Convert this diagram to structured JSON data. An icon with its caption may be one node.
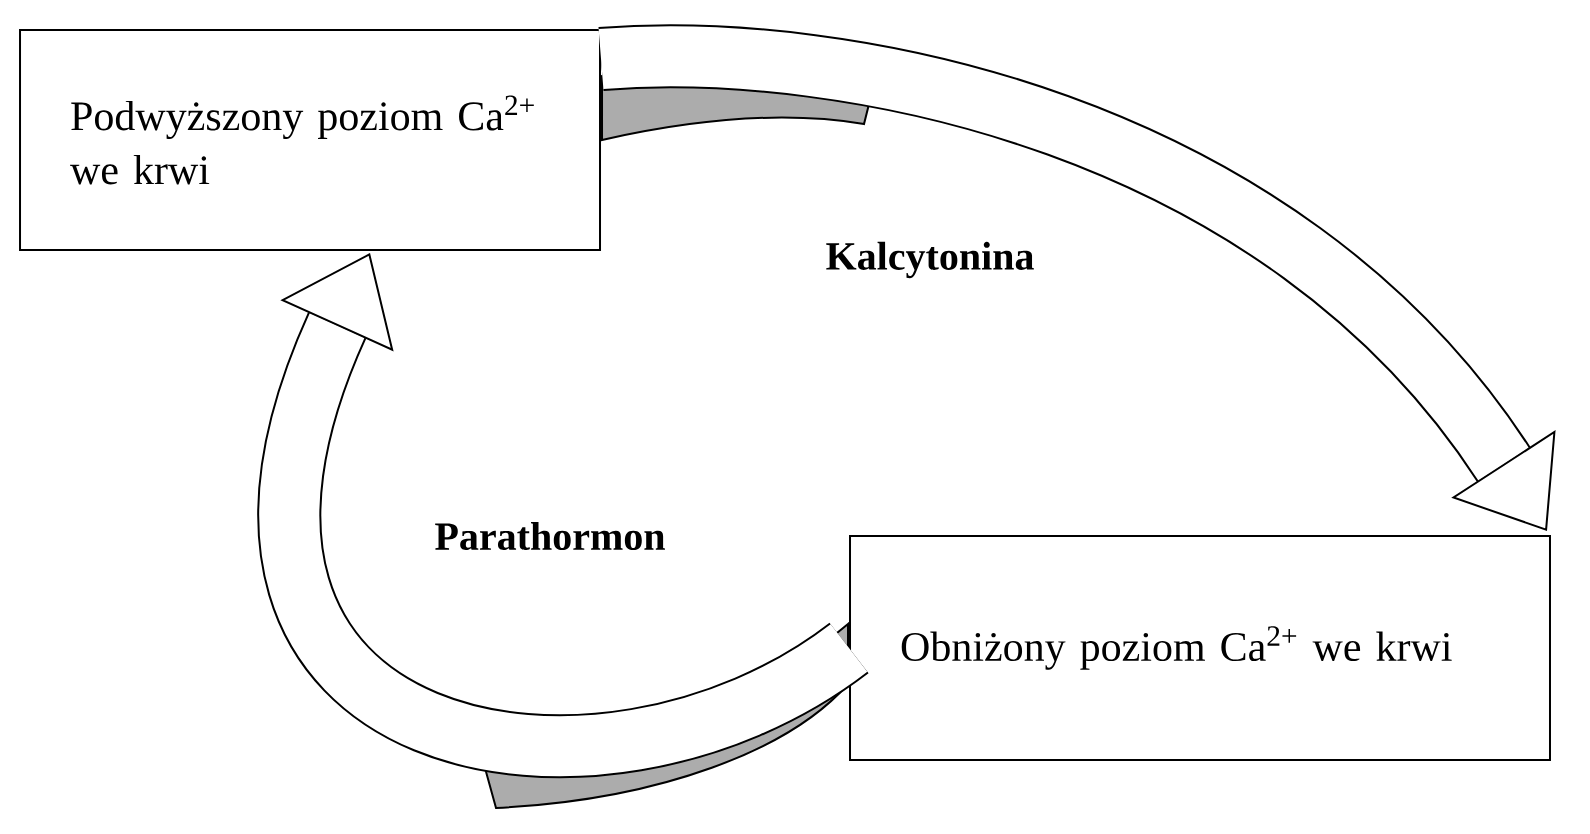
{
  "diagram": {
    "nodes": [
      {
        "text": [
          "Podwyższony poziom Ca$^{2+}$ we krwi"
        ]
      },
      {
        "text": [
          "Obniżony poziom Ca$^{2+}$ we krwi"
        ]
      }
    ],
    "edges": [
      {
        "from": 0,
        "to": 1,
        "arrow": "to",
        "label": "Kalcytonina"
      },
      {
        "from": 1,
        "to": 0,
        "arrow": "to",
        "label": "Parathormon"
      }
    ]
  }
}
